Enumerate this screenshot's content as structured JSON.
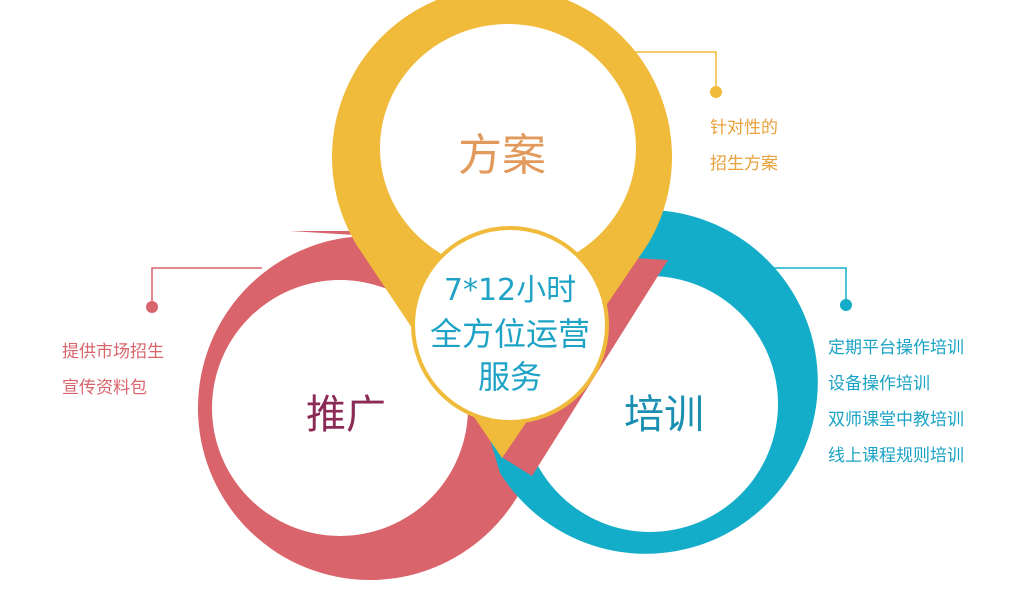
{
  "center": {
    "lines": [
      "7*12小时",
      "全方位运营",
      "服务"
    ]
  },
  "petals": {
    "top": {
      "label": "方案",
      "color": "#f0bb3a",
      "label_color": "#e19a5b"
    },
    "left": {
      "label": "推广",
      "color": "#d9646c",
      "label_color": "#8a2a55"
    },
    "right": {
      "label": "培训",
      "color": "#14adc9",
      "label_color": "#1a8fb1"
    }
  },
  "notes": {
    "top": [
      "针对性的",
      "招生方案"
    ],
    "left": [
      "提供市场招生",
      "宣传资料包"
    ],
    "right": [
      "定期平台操作培训",
      "设备操作培训",
      "双师课堂中教培训",
      "线上课程规则培训"
    ]
  },
  "colors": {
    "yellow": "#f0bb3a",
    "red": "#d9646c",
    "blue": "#14adc9",
    "center_text": "#1ea3c6",
    "center_ring": "#f0bb3a"
  }
}
